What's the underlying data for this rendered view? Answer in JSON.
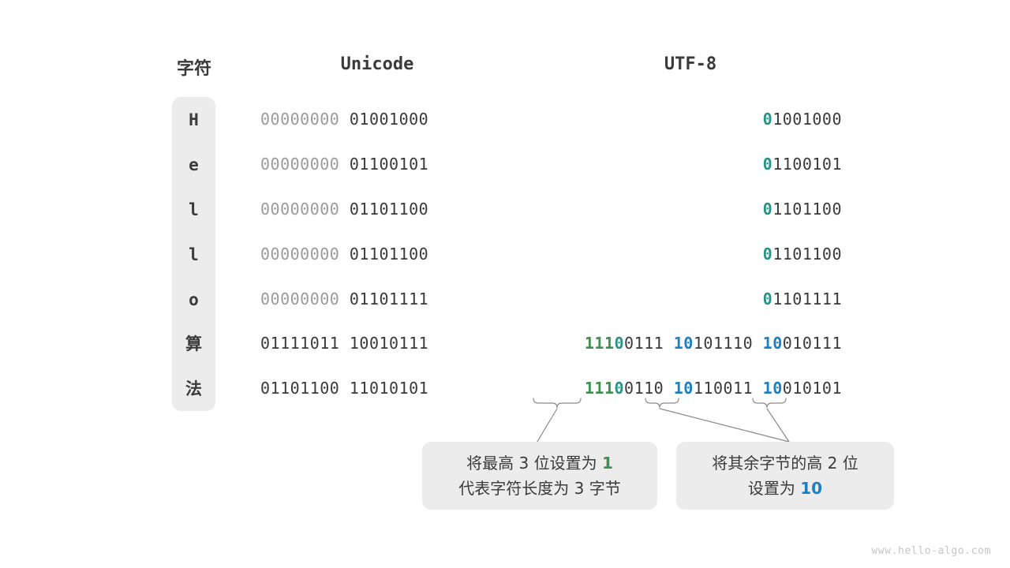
{
  "headers": {
    "char": "字符",
    "unicode": "Unicode",
    "utf8": "UTF-8"
  },
  "rows": [
    {
      "char": "H",
      "unicode_hi": "00000000",
      "unicode_lo": "01001000",
      "utf8_parts": [
        {
          "prefix": "0",
          "prefix_color": "teal",
          "rest": "1001000"
        }
      ]
    },
    {
      "char": "e",
      "unicode_hi": "00000000",
      "unicode_lo": "01100101",
      "utf8_parts": [
        {
          "prefix": "0",
          "prefix_color": "teal",
          "rest": "1100101"
        }
      ]
    },
    {
      "char": "l",
      "unicode_hi": "00000000",
      "unicode_lo": "01101100",
      "utf8_parts": [
        {
          "prefix": "0",
          "prefix_color": "teal",
          "rest": "1101100"
        }
      ]
    },
    {
      "char": "l",
      "unicode_hi": "00000000",
      "unicode_lo": "01101100",
      "utf8_parts": [
        {
          "prefix": "0",
          "prefix_color": "teal",
          "rest": "1101100"
        }
      ]
    },
    {
      "char": "o",
      "unicode_hi": "00000000",
      "unicode_lo": "01101111",
      "utf8_parts": [
        {
          "prefix": "0",
          "prefix_color": "teal",
          "rest": "1101111"
        }
      ]
    },
    {
      "char": "算",
      "unicode_hi": "01111011",
      "unicode_lo": "10010111",
      "utf8_parts": [
        {
          "prefix": "111",
          "prefix_color": "green",
          "prefix2": "0",
          "prefix2_color": "teal",
          "rest": "0111"
        },
        {
          "prefix": "10",
          "prefix_color": "blue",
          "rest": "101110"
        },
        {
          "prefix": "10",
          "prefix_color": "blue",
          "rest": "010111"
        }
      ]
    },
    {
      "char": "法",
      "unicode_hi": "01101100",
      "unicode_lo": "11010101",
      "utf8_parts": [
        {
          "prefix": "111",
          "prefix_color": "green",
          "prefix2": "0",
          "prefix2_color": "teal",
          "rest": "0110"
        },
        {
          "prefix": "10",
          "prefix_color": "blue",
          "rest": "110011"
        },
        {
          "prefix": "10",
          "prefix_color": "blue",
          "rest": "010101"
        }
      ]
    }
  ],
  "notes": [
    {
      "id": "note-1",
      "line1_pre": "将最高 3 位设置为 ",
      "line1_hl": "1",
      "line1_hl_color": "green",
      "line2": "代表字符长度为 3 字节"
    },
    {
      "id": "note-2",
      "line1_pre": "将其余字节的高 2 位",
      "line1_hl": "",
      "line1_hl_color": "",
      "line2_pre": "设置为 ",
      "line2_hl": "10",
      "line2_hl_color": "blue"
    }
  ],
  "colors": {
    "green": "#3f8f4f",
    "teal": "#2a9387",
    "blue": "#1b7fc4",
    "dim": "#9b9b9b",
    "dark": "#3a3a3a",
    "panel": "#ececec"
  },
  "watermark": "www.hello-algo.com"
}
